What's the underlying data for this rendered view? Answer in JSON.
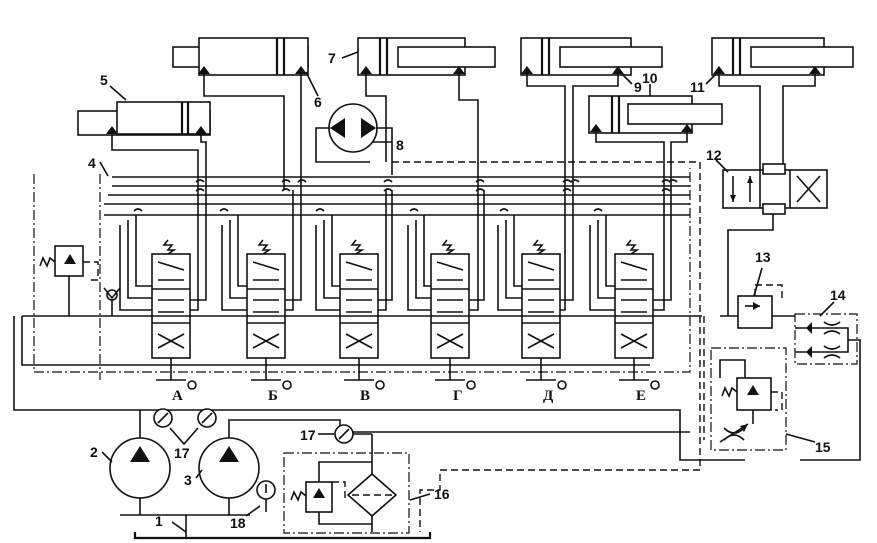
{
  "labels": {
    "n1": "1",
    "n2": "2",
    "n3": "3",
    "n4": "4",
    "n5": "5",
    "n6": "6",
    "n7": "7",
    "n8": "8",
    "n9": "9",
    "n10": "10",
    "n11": "11",
    "n12": "12",
    "n13": "13",
    "n14": "14",
    "n15": "15",
    "n16": "16",
    "n17a": "17",
    "n17b": "17",
    "n18": "18"
  },
  "sections": [
    "А",
    "Б",
    "В",
    "Г",
    "Д",
    "Е"
  ]
}
